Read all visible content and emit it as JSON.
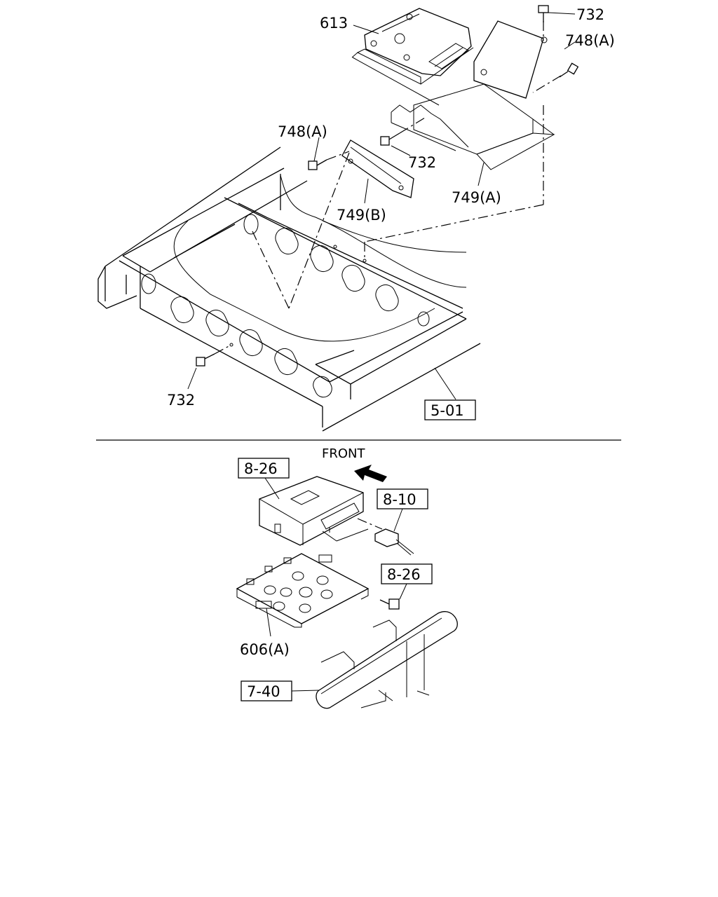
{
  "callouts": {
    "c613": "613",
    "c732_top": "732",
    "c748a_right": "748(A)",
    "c748a_left": "748(A)",
    "c732_mid": "732",
    "c749b": "749(B)",
    "c749a": "749(A)",
    "c732_bottom": "732",
    "ref_501": "5-01",
    "front": "FRONT",
    "ref_826_top": "8-26",
    "ref_810": "8-10",
    "ref_826_bolt": "8-26",
    "c606a": "606(A)",
    "ref_740": "7-40"
  }
}
